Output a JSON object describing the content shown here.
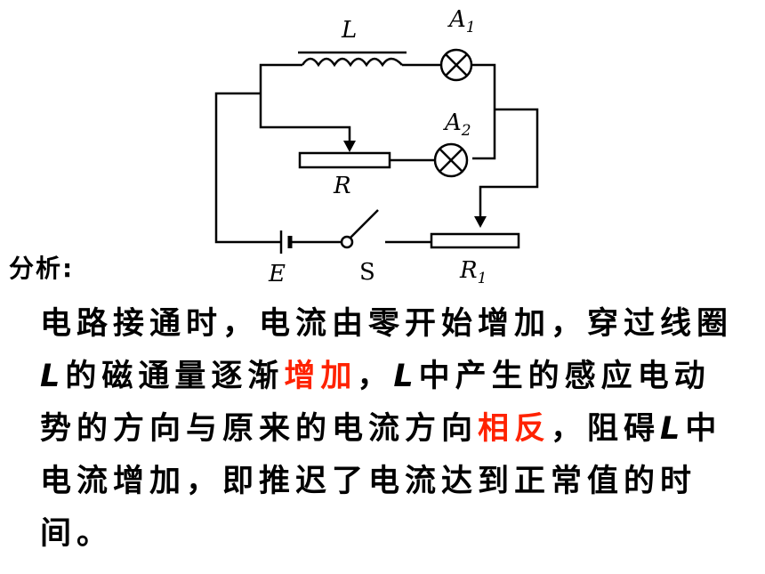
{
  "diagram": {
    "labels": {
      "inductor": "L",
      "lamp1": "A",
      "lamp1_sub": "1",
      "lamp2": "A",
      "lamp2_sub": "2",
      "resistor": "R",
      "battery": "E",
      "switch": "S",
      "rheostat": "R",
      "rheostat_sub": "1"
    }
  },
  "analysis": {
    "label": "分析:",
    "seg1": "电路接通时，电流由零开始增加，穿过线圈",
    "seg2": "L",
    "seg3": "的磁通量逐渐",
    "seg4": "增加",
    "seg5": "，",
    "seg6": "L",
    "seg7": "中产生的感应电动势的方向与原来的电流方向",
    "seg8": "相反",
    "seg9": "，阻碍",
    "seg10": "L",
    "seg11": "中电流增加，即推迟了电流达到正常值的时间。",
    "highlight_color": "#ff2200"
  }
}
